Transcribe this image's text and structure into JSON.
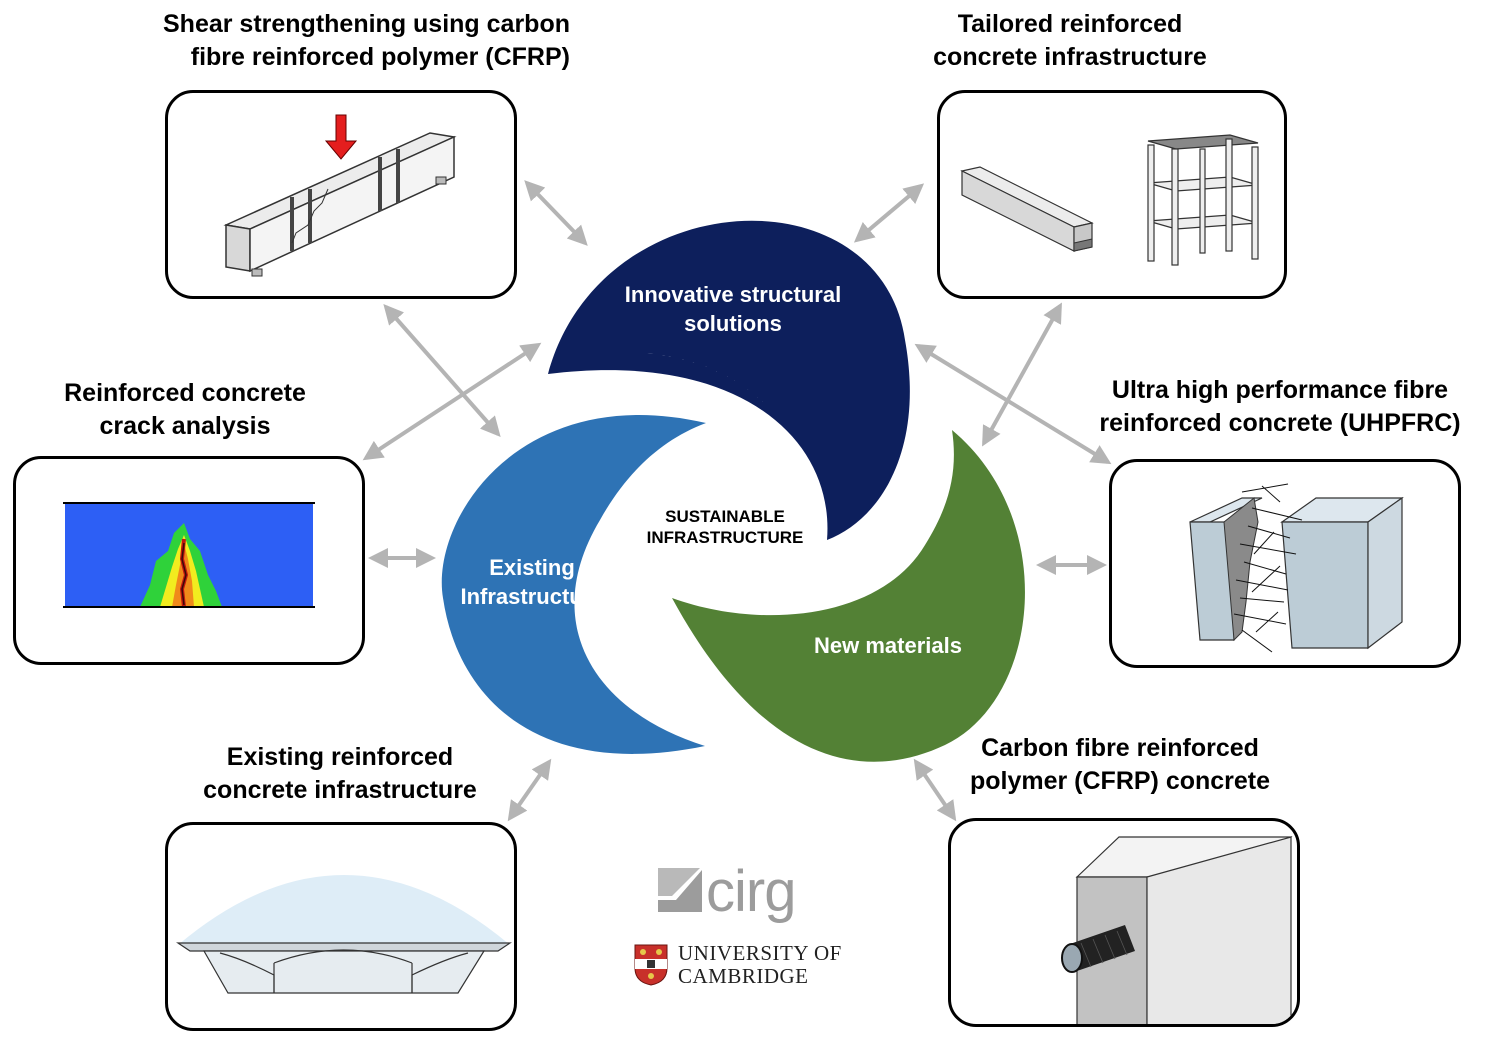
{
  "topics": {
    "cfrp_shear": "Shear strengthening using carbon\nfibre reinforced polymer (CFRP)",
    "tailored": "Tailored reinforced\nconcrete infrastructure",
    "crack": "Reinforced concrete\ncrack analysis",
    "uhpfrc": "Ultra high performance fibre\nreinforced concrete (UHPFRC)",
    "existing_rc": "Existing reinforced\nconcrete infrastructure",
    "cfrp_concrete": "Carbon fibre reinforced\npolymer (CFRP) concrete"
  },
  "lobes": {
    "innovative": {
      "line1": "Innovative structural",
      "line2": "solutions",
      "color": "#0d1f5c"
    },
    "existing": {
      "line1": "Existing",
      "line2": "Infrastructure",
      "color": "#2e73b5"
    },
    "materials": {
      "line1": "New materials",
      "color": "#538135"
    }
  },
  "center": {
    "line1": "SUSTAINABLE",
    "line2": "INFRASTRUCTURE"
  },
  "logos": {
    "cirg": "cirg",
    "university_line1": "UNIVERSITY OF",
    "university_line2": "CAMBRIDGE"
  },
  "colors": {
    "arrow": "#b4b4b4",
    "load_arrow": "#e41e1e",
    "fem_blue": "#2d5ff5",
    "fem_green": "#2fd23a",
    "fem_yellow": "#f2ec1f",
    "fem_orange": "#f08a1a",
    "fem_red": "#c1160f"
  }
}
